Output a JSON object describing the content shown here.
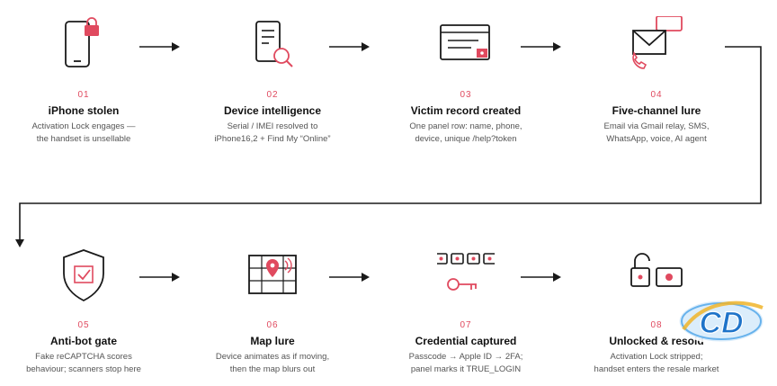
{
  "colors": {
    "accent": "#e04a5f",
    "stroke": "#1a1a1a",
    "text_muted": "#555555"
  },
  "steps": [
    {
      "num": "01",
      "title": "iPhone stolen",
      "desc1": "Activation Lock engages —",
      "desc2": "the handset is unsellable",
      "icon": "locked-phone-icon"
    },
    {
      "num": "02",
      "title": "Device intelligence",
      "desc1": "Serial / IMEI resolved to",
      "desc2": "iPhone16,2 + Find My “Online”",
      "icon": "document-search-icon"
    },
    {
      "num": "03",
      "title": "Victim record created",
      "desc1": "One panel row: name, phone,",
      "desc2": "device, unique /help?token",
      "icon": "record-panel-icon"
    },
    {
      "num": "04",
      "title": "Five-channel lure",
      "desc1": "Email via Gmail relay, SMS,",
      "desc2": "WhatsApp, voice, AI agent",
      "icon": "multichannel-icon"
    },
    {
      "num": "05",
      "title": "Anti-bot gate",
      "desc1": "Fake reCAPTCHA scores",
      "desc2": "behaviour; scanners stop here",
      "icon": "shield-check-icon"
    },
    {
      "num": "06",
      "title": "Map lure",
      "desc1": "Device animates as if moving,",
      "desc2": "then the map blurs out",
      "icon": "map-pin-icon"
    },
    {
      "num": "07",
      "title": "Credential captured",
      "desc1": "Passcode → Apple ID → 2FA;",
      "desc2": "panel marks it TRUE_LOGIN",
      "icon": "passcode-key-icon"
    },
    {
      "num": "08",
      "title": "Unlocked & resold",
      "desc1": "Activation Lock stripped;",
      "desc2": "handset enters the resale market",
      "icon": "unlocked-padlock-icon"
    }
  ],
  "watermark": {
    "text": "CD",
    "icon": "cd-logo-icon"
  }
}
